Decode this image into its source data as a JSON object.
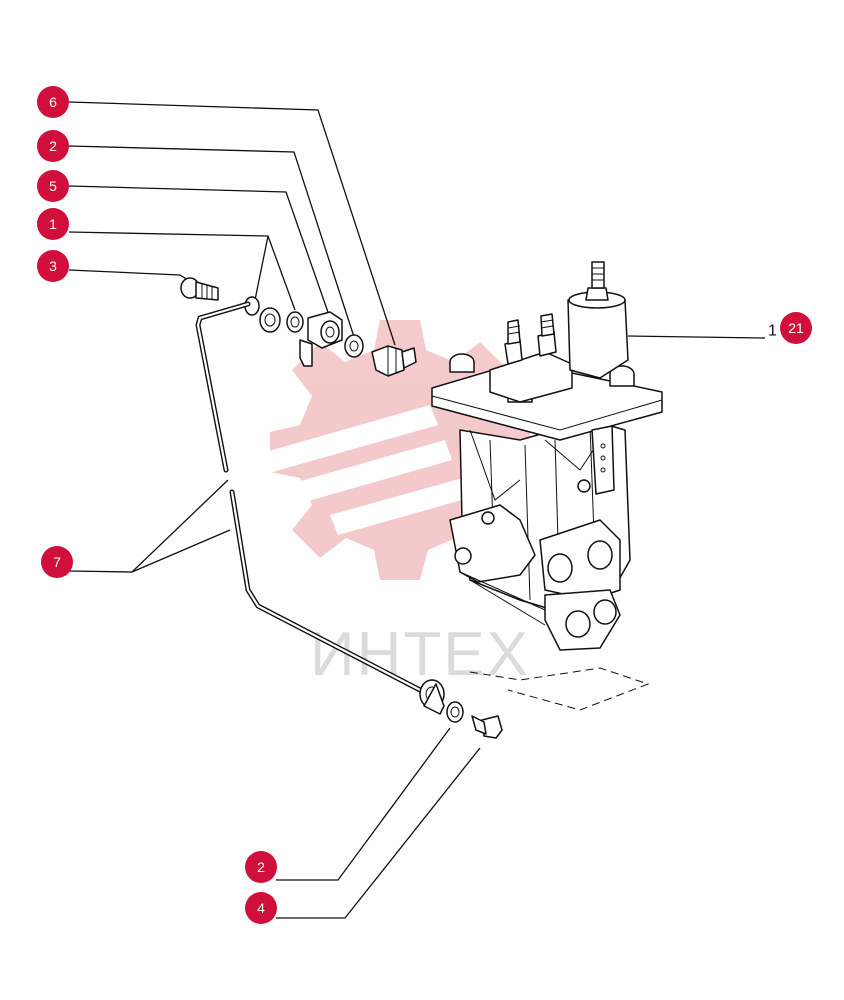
{
  "watermark": {
    "text": "ИНТЕХ",
    "color": "#e8323c"
  },
  "callout_color": "#d0103a",
  "callouts": [
    {
      "label": "6"
    },
    {
      "label": "2"
    },
    {
      "label": "5"
    },
    {
      "label": "1"
    },
    {
      "label": "3"
    },
    {
      "label": "7"
    },
    {
      "label": "2"
    },
    {
      "label": "4"
    }
  ],
  "reference": {
    "prefix": "1",
    "badge": "21"
  }
}
